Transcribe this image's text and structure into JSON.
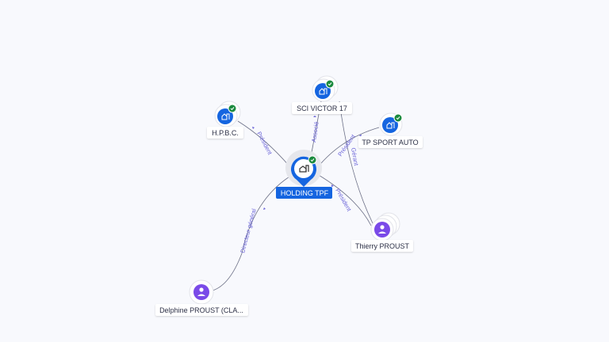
{
  "colors": {
    "company": "#1565e0",
    "person": "#7a4ae8",
    "verified": "#1b8a3e",
    "edge_label": "#6a63d8",
    "background": "#f8f9fd"
  },
  "nodes": {
    "main": {
      "label": "HOLDING TPF",
      "icon": "company-icon"
    },
    "sci": {
      "label": "SCI VICTOR 17",
      "icon": "company-icon"
    },
    "hpbc": {
      "label": "H.P.B.C.",
      "icon": "company-icon"
    },
    "tpsport": {
      "label": "TP SPORT AUTO",
      "icon": "company-icon"
    },
    "thierry": {
      "label": "Thierry PROUST",
      "icon": "person-icon"
    },
    "delphine": {
      "label": "Delphine PROUST (CLA...",
      "icon": "person-icon"
    }
  },
  "edges": {
    "hpbc": "Président",
    "sci": "Associé",
    "tpsport": "Président",
    "thierry_sci": "Gérant",
    "thierry_main": "Président",
    "delphine": "Directeur général"
  }
}
